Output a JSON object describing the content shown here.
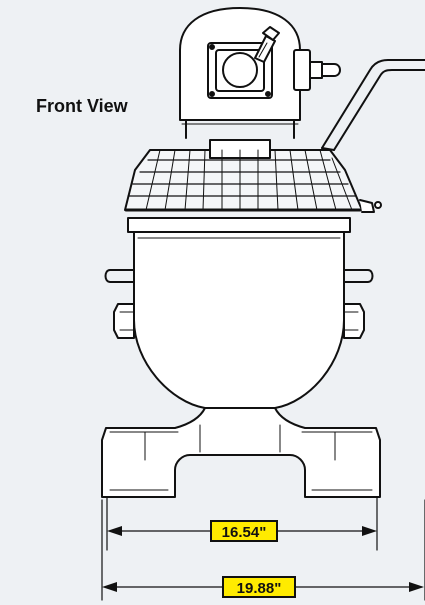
{
  "view_label": "Front View",
  "dimensions": {
    "inner_base_width": "16.54\"",
    "outer_base_width": "19.88\""
  },
  "colors": {
    "background": "#eef1f4",
    "line": "#111111",
    "highlight": "#ffeb00"
  }
}
